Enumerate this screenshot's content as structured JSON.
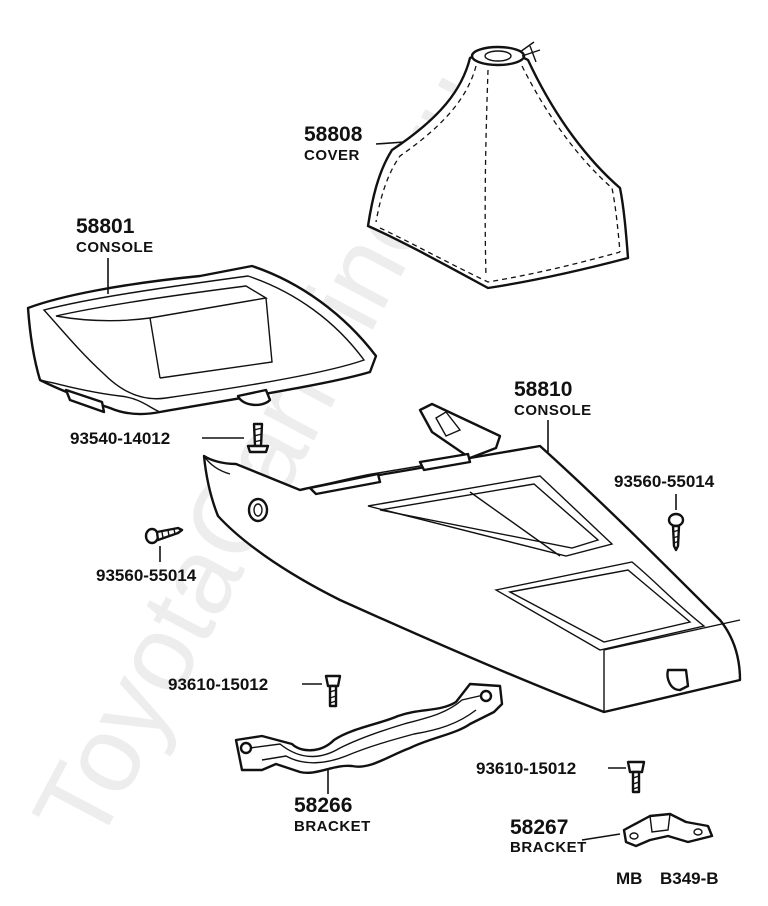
{
  "watermark": "ToyotaCarMine.ru",
  "parts": {
    "cover": {
      "number": "58808",
      "name": "COVER"
    },
    "console_front": {
      "number": "58801",
      "name": "CONSOLE"
    },
    "console_main": {
      "number": "58810",
      "name": "CONSOLE"
    },
    "bracket_big": {
      "number": "58266",
      "name": "BRACKET"
    },
    "bracket_small": {
      "number": "58267",
      "name": "BRACKET"
    }
  },
  "fasteners": {
    "screw_a": "93540-14012",
    "screw_b_right": "93560-55014",
    "screw_b_left": "93560-55014",
    "bolt_upper": "93610-15012",
    "bolt_lower": "93610-15012"
  },
  "diagram_code": {
    "prefix": "MB",
    "id": "B349-B"
  }
}
